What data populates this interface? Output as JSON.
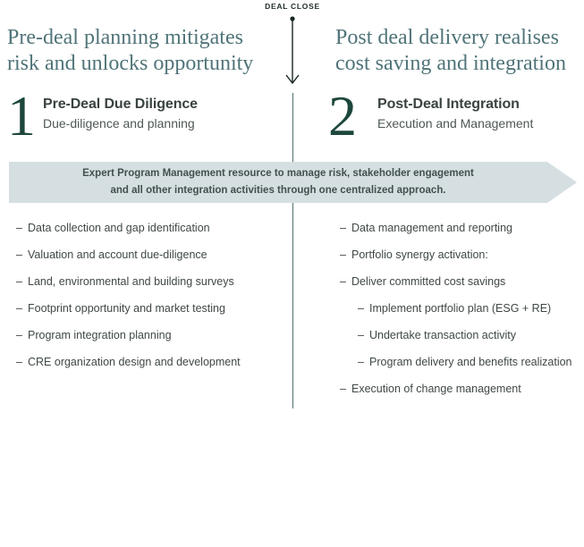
{
  "bullet_char": "–",
  "timeline": {
    "label": "DEAL CLOSE"
  },
  "banner": {
    "line1": "Expert Program Management resource to manage risk, stakeholder engagement",
    "line2": "and all other integration activities through one centralized approach."
  },
  "left": {
    "headline_line1": "Pre-deal planning mitigates",
    "headline_line2": "risk and unlocks opportunity",
    "number": "1",
    "title": "Pre-Deal Due Diligence",
    "subtitle": "Due-diligence and planning",
    "items": [
      "Data collection and gap identification",
      "Valuation and account due-diligence",
      "Land, environmental and building surveys",
      "Footprint opportunity and market testing",
      "Program integration planning",
      "CRE organization design and development"
    ]
  },
  "right": {
    "headline_line1": "Post deal delivery realises",
    "headline_line2": "cost saving and integration",
    "number": "2",
    "title": "Post-Deal Integration",
    "subtitle": "Execution and Management",
    "items": [
      {
        "text": "Data management and reporting",
        "level": 1
      },
      {
        "text": "Portfolio synergy activation:",
        "level": 1
      },
      {
        "text": "Deliver committed cost savings",
        "level": 1
      },
      {
        "text": "Implement portfolio plan (ESG + RE)",
        "level": 2
      },
      {
        "text": "Undertake transaction activity",
        "level": 2
      },
      {
        "text": "Program delivery and benefits realization",
        "level": 2
      },
      {
        "text": "Execution of change management",
        "level": 1
      }
    ]
  },
  "colors": {
    "headline_teal": "#507478",
    "numeral_green": "#1d473c",
    "title_dark": "#394340",
    "subtitle_gray": "#4d5855",
    "list_text": "#3f4846",
    "banner_bg": "#d5dfe1",
    "banner_text": "#41504d",
    "divider_teal": "#4f6f6d",
    "arrow_dark": "#16251f"
  }
}
